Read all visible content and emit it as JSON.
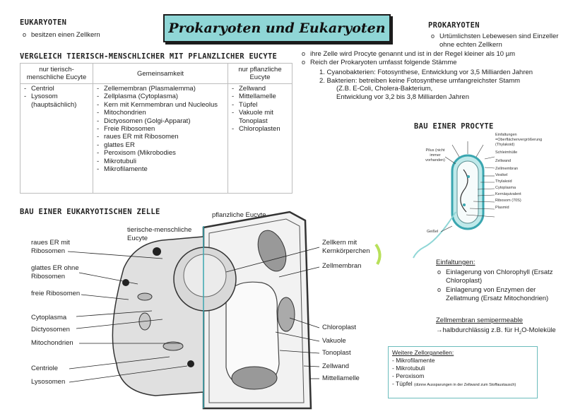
{
  "title": "Prokaryoten und Eukaryoten",
  "eukaryoten": {
    "heading": "EUKARYOTEN",
    "items": [
      "besitzen einen Zellkern"
    ]
  },
  "prokaryoten": {
    "heading": "PROKARYOTEN",
    "items": [
      "Urtümlichsten Lebewesen sind Einzeller ohne echten Zellkern",
      "ihre Zelle wird Procyte genannt und ist in der Regel kleiner als 10 µm",
      "Reich der Prokaryoten umfasst folgende Stämme"
    ],
    "numbered": [
      "1.  Cyanobakterien: Fotosynthese, Entwicklung vor 3,5 Milliarden Jahren",
      "2.  Bakterien: betreiben keine Fotosynthese umfangreichster Stamm",
      "(Z.B. E-Coli, Cholera-Bakterium,",
      "Entwicklung vor 3,2 bis 3,8 Milliarden Jahren"
    ]
  },
  "comparison": {
    "heading": "VERGLEICH TIERISCH-MENSCHLICHER MIT PFLANZLICHER EUCYTE",
    "headers": [
      "nur tierisch-menschliche Eucyte",
      "Gemeinsamkeit",
      "nur pflanzliche Eucyte"
    ],
    "animal": [
      "Centriol",
      "Lysosom (hauptsächlich)"
    ],
    "common": [
      "Zellemembran (Plasmalemma)",
      "Zellplasma (Cytoplasma)",
      "Kern mit Kernmembran und Nucleolus",
      "Mitochondrien",
      "Dictyosomen (Golgi-Apparat)",
      "Freie Ribosomen",
      "raues ER mit Ribosomen",
      "glattes ER",
      "Peroxisom (Mikrobodies",
      "Mikrotubuli",
      "Mikrofilamente"
    ],
    "plant": [
      "Zellwand",
      "Mittellamelle",
      "Tüpfel",
      "Vakuole mit Tonoplast",
      "Chloroplasten"
    ]
  },
  "eukaryotic_cell": {
    "heading": "BAU EINER EUKARYOTISCHEN ZELLE",
    "plant_label": "pflanzliche Eucyte",
    "animal_label": "tierische-menschliche Eucyte",
    "left_labels": [
      "raues ER mit Ribosomen",
      "glattes ER ohne Ribosomen",
      "freie Ribosomen",
      "Cytoplasma",
      "Dictyosomen",
      "Mitochondrien",
      "Centriole",
      "Lysosomen"
    ],
    "right_labels": [
      "Zellkern mit Kernkörperchen",
      "Zellmembran",
      "Chloroplast",
      "Vakuole",
      "Tonoplast",
      "Zellwand",
      "Mittellamelle"
    ]
  },
  "procyte": {
    "heading": "BAU EINER PROCYTE",
    "labels": [
      "Einfaltungen",
      "=Oberflächenvergrößerung",
      "(Thylakoid)",
      "Schleimhülle",
      "Zellwand",
      "Zellmembran",
      "Vesikel",
      "Thylakoid",
      "Cytoplasma",
      "Kernäquivalent",
      "Ribosom (70S)",
      "Plasmid"
    ],
    "pilus_label": "Pilus (nicht immer vorhanden)",
    "geissel_label": "Geißel"
  },
  "einfaltungen": {
    "heading": "Einfaltungen:",
    "items": [
      "Einlagerung von Chlorophyll (Ersatz Chloroplast)",
      "Einlagerung von Enzymen der Zellatmung (Ersatz Mitochondrien)"
    ]
  },
  "membran": {
    "heading": "Zellmembran semipermeable",
    "text_before": "→halbdurchlässig z.B. für H",
    "sub": "2",
    "text_after": "O-Moleküle"
  },
  "weitere": {
    "heading": "Weitere Zellorganellen:",
    "items": [
      "Mikrofilamente",
      "Mikrotubuli",
      "Peroxisom"
    ],
    "tuepfel": "Tüpfel",
    "tuepfel_note": "(dünne Aussparungen in der Zellwand zum Stoffaustausch)"
  },
  "colors": {
    "accent": "#8fd6d6",
    "accent_line": "#3aa6b0",
    "highlight": "#b8e05a"
  }
}
